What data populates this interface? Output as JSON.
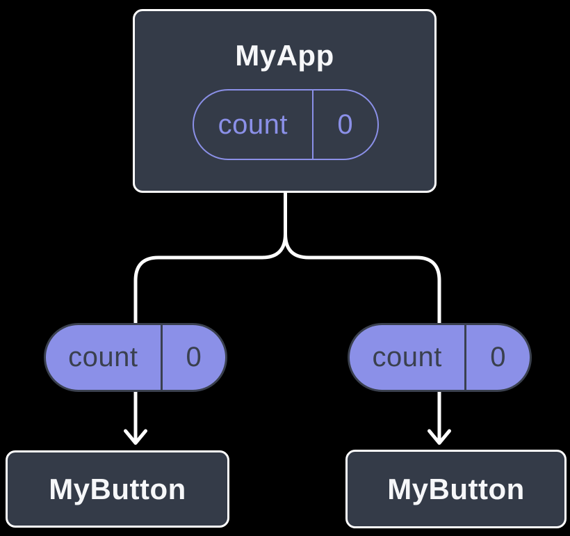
{
  "diagram": {
    "description": "Component tree: parent passes state down as props",
    "root": {
      "title": "MyApp",
      "state": {
        "name": "count",
        "value": "0"
      }
    },
    "children": [
      {
        "title": "MyButton",
        "prop": {
          "name": "count",
          "value": "0"
        }
      },
      {
        "title": "MyButton",
        "prop": {
          "name": "count",
          "value": "0"
        }
      }
    ],
    "colors": {
      "background": "#000000",
      "node_fill": "#343B48",
      "node_border": "#FFFFFF",
      "node_title_text": "#F6F7F9",
      "accent_purple": "#8B90E8",
      "pill_dark_text": "#3A404E",
      "connector": "#FFFFFF"
    }
  }
}
